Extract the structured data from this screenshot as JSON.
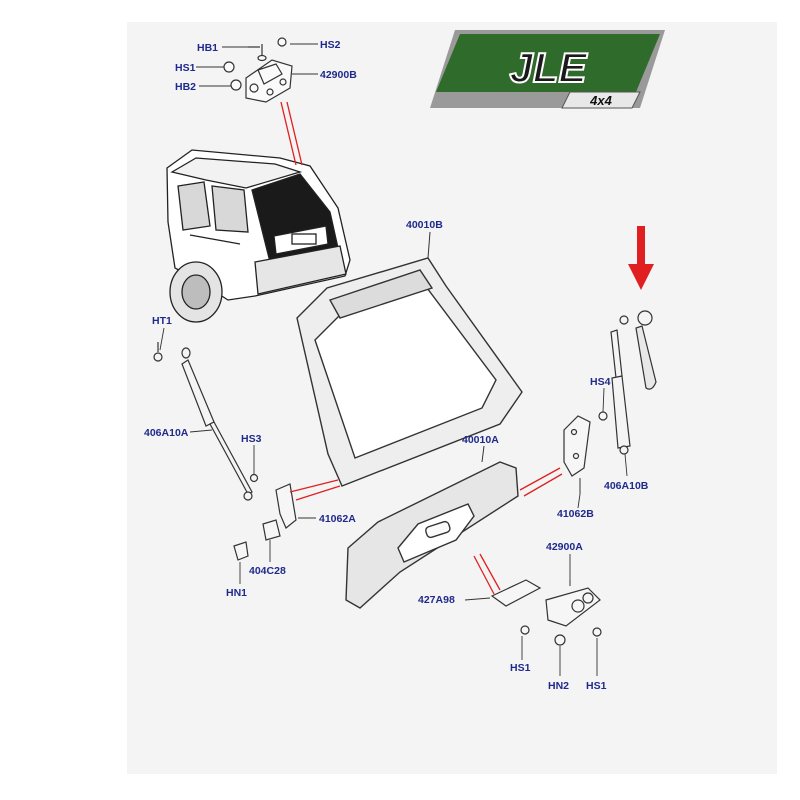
{
  "logo": {
    "brand": "JLE",
    "subtitle": "4x4"
  },
  "colors": {
    "label": "#1f2a8c",
    "leader": "#e02020",
    "arrow": "#e02020",
    "logo_green": "#2f6b2a"
  },
  "labels": {
    "hb1": "HB1",
    "hs2": "HS2",
    "hs1_top": "HS1",
    "p42900b": "42900B",
    "hb2": "HB2",
    "p40010b": "40010B",
    "ht1": "HT1",
    "hs4": "HS4",
    "p406a10a": "406A10A",
    "hs3": "HS3",
    "p40010a": "40010A",
    "p406a10b": "406A10B",
    "p41062a": "41062A",
    "p41062b": "41062B",
    "p404c28": "404C28",
    "hn1": "HN1",
    "p42900a": "42900A",
    "p427a98": "427A98",
    "hs1_left": "HS1",
    "hn2": "HN2",
    "hs1_right": "HS1"
  }
}
